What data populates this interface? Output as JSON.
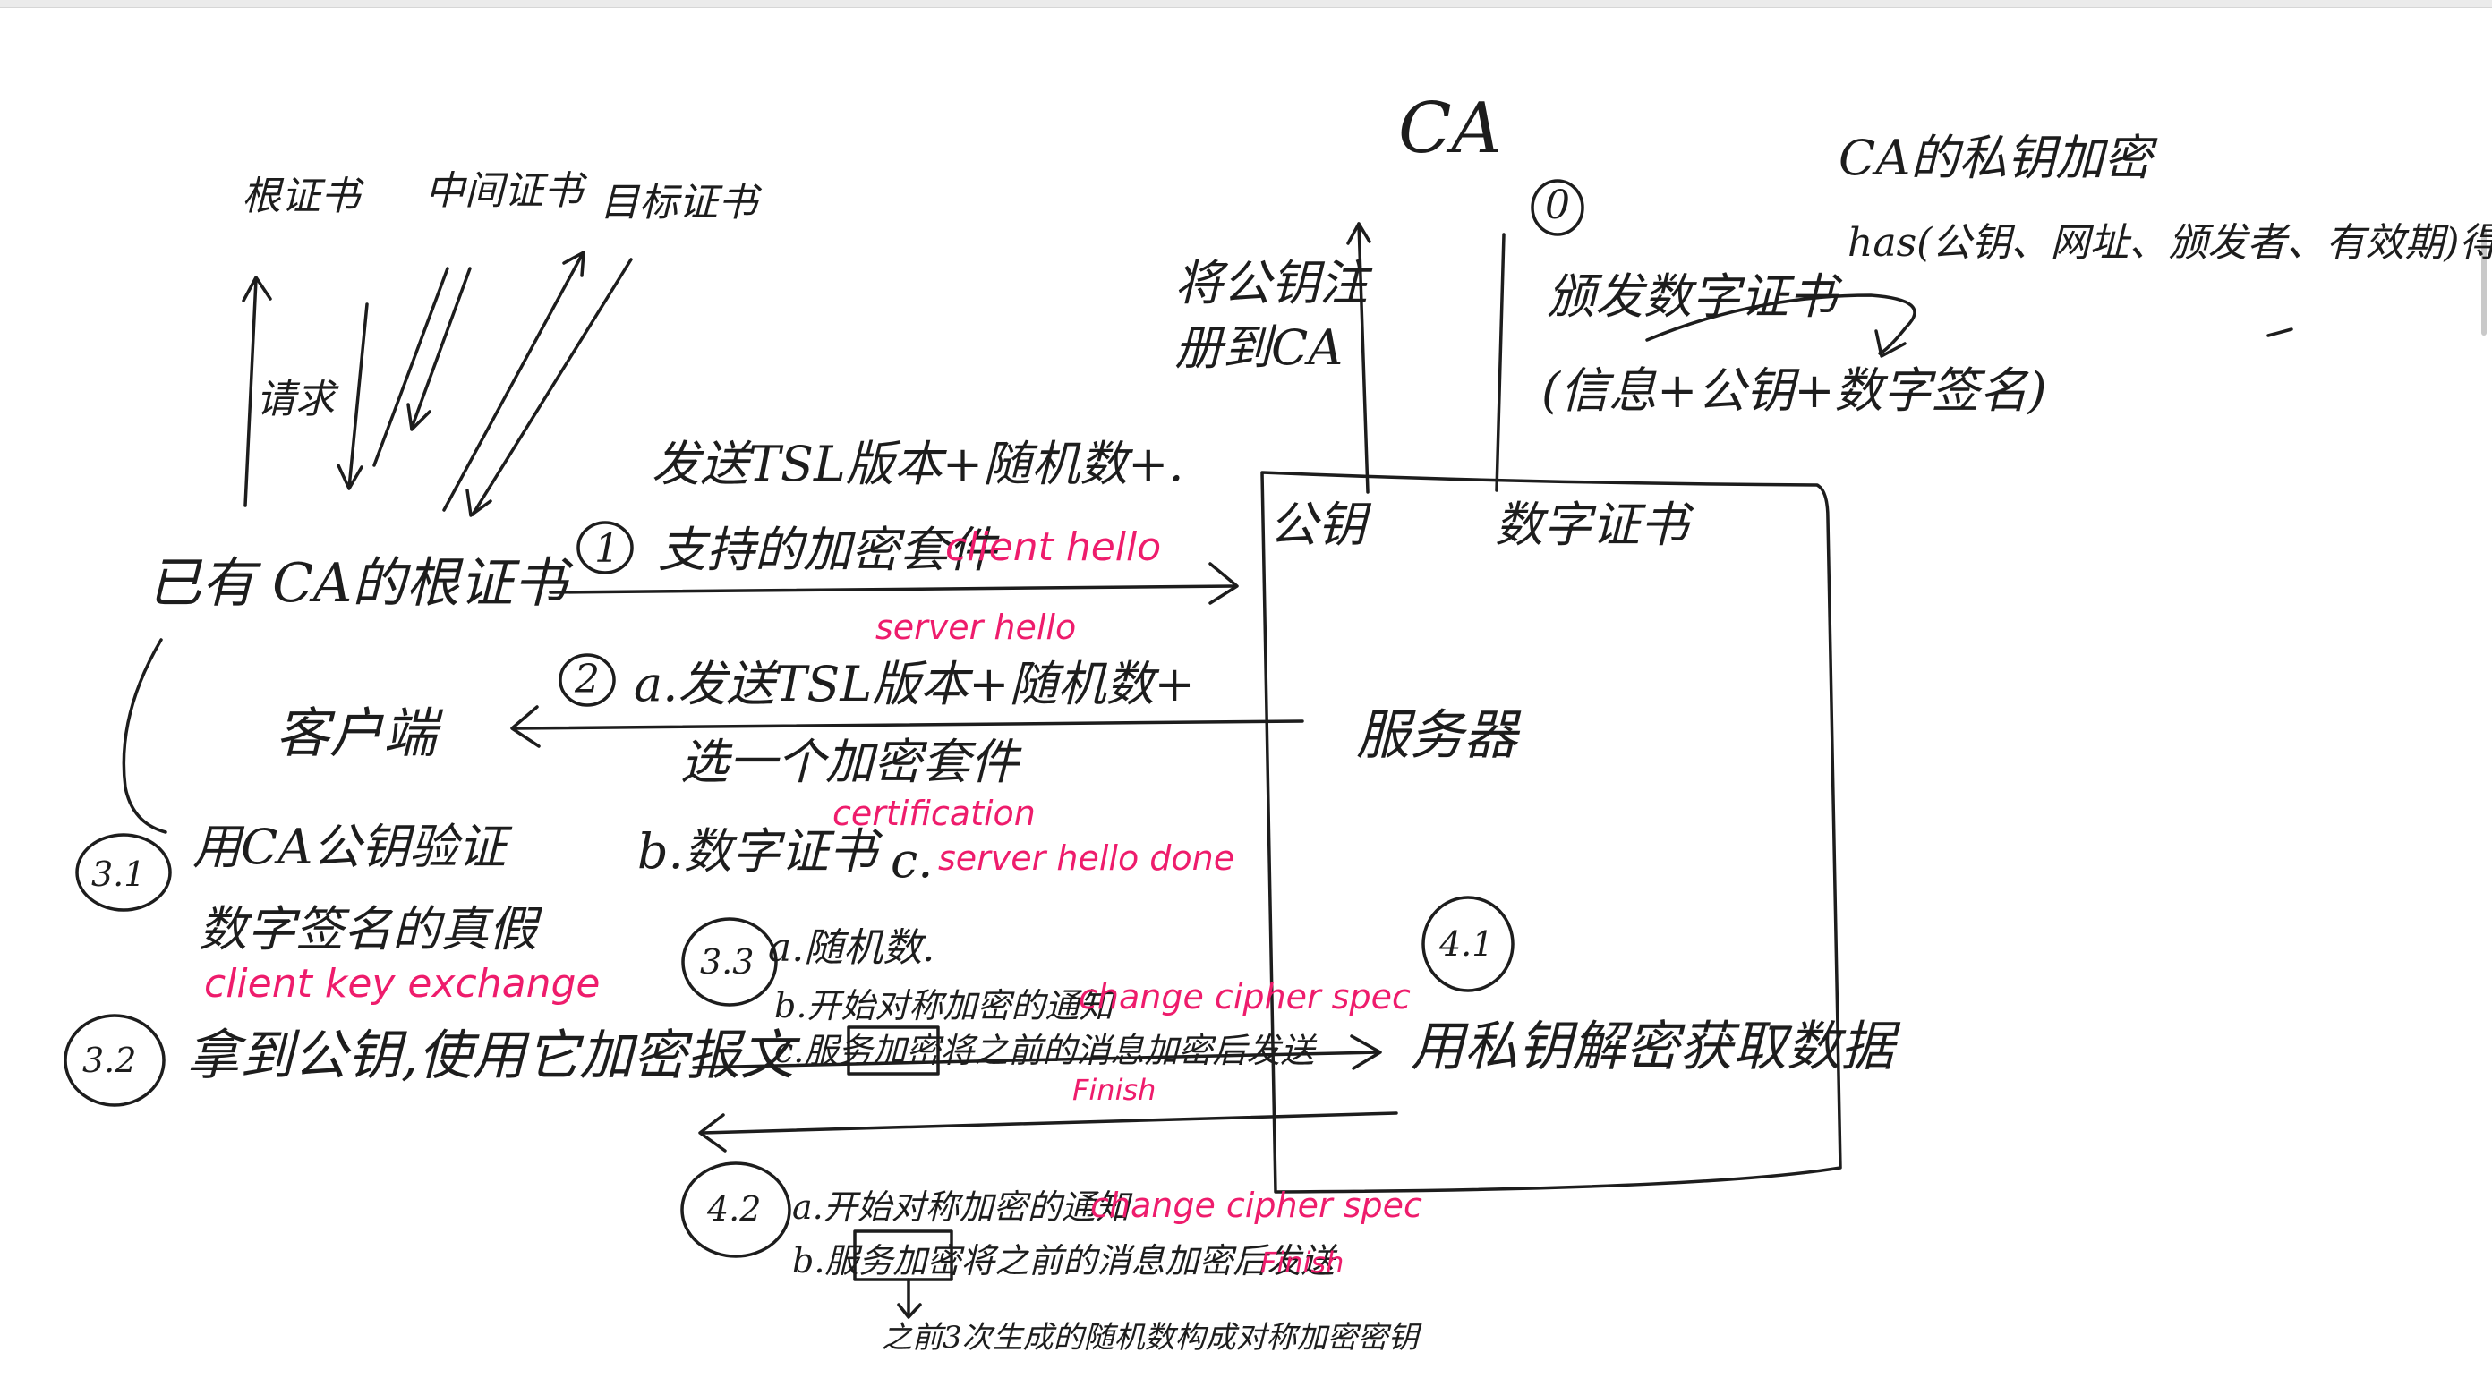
{
  "colors": {
    "ink": "#1d1d1d",
    "annotation": "#ee1c6c"
  },
  "labels": {
    "ca": "CA",
    "ca_encrypt": "CA的私钥加密",
    "hash_formula": "has(公钥、网址、颁发者、有效期)得到",
    "step0": "0",
    "issue_cert": "颁发数字证书",
    "cert_content": "(信息+公钥+数字签名)",
    "register_line1": "将公钥注",
    "register_line2": "册到CA",
    "root_cert": "根证书",
    "inter_cert": "中间证书",
    "target_cert": "目标证书",
    "request": "请求",
    "has_root": "已有 CA的根证书",
    "client": "客户端",
    "server": "服务器",
    "pubkey": "公钥",
    "digital_cert": "数字证书",
    "step1": "1",
    "step1_a": "发送TSL版本+随机数+.",
    "step1_b": "支持的加密套件",
    "client_hello": "client hello",
    "server_hello": "server hello",
    "step2": "2",
    "step2_a": "a.发送TSL版本+随机数+",
    "step2_a2": "选一个加密套件",
    "certification": "certification",
    "step2_b": "b.数字证书",
    "step2_c": "c.",
    "server_hello_done": "server hello done",
    "step31": "3.1",
    "step31_text1": "用CA公钥验证",
    "step31_text2": "数字签名的真假",
    "client_key_exchange": "client key exchange",
    "step32": "3.2",
    "step32_text": "拿到公钥,使用它加密报文",
    "step33": "3.3",
    "step33_a": "a.随机数.",
    "step33_b": "b.开始对称加密的通知",
    "change_cipher_spec": "change cipher spec",
    "step33_c": "c.服务加密将之前的消息加密后发送",
    "finish": "Finish",
    "step41": "4.1",
    "step41_text": "用私钥解密获取数据",
    "step42": "4.2",
    "step42_a": "a.开始对称加密的通知",
    "step42_b": "b.服务加密将之前的消息加密后发送",
    "footnote": "之前3次生成的随机数构成对称加密密钥"
  }
}
